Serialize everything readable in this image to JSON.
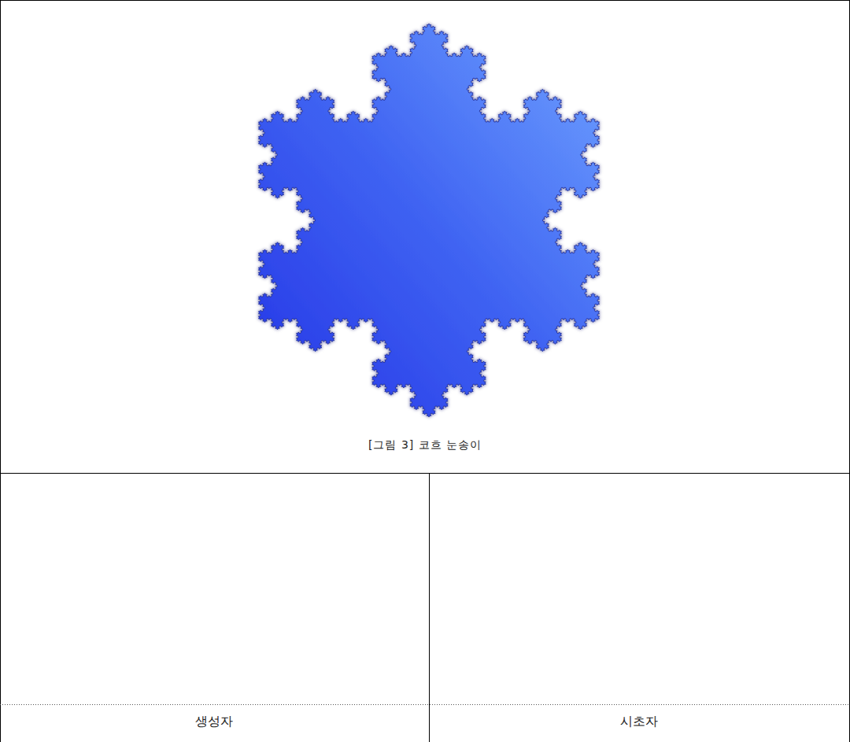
{
  "diagram": {
    "caption": "[그림 3] 코흐 눈송이",
    "labels": [
      "생성자",
      "시초자"
    ]
  }
}
